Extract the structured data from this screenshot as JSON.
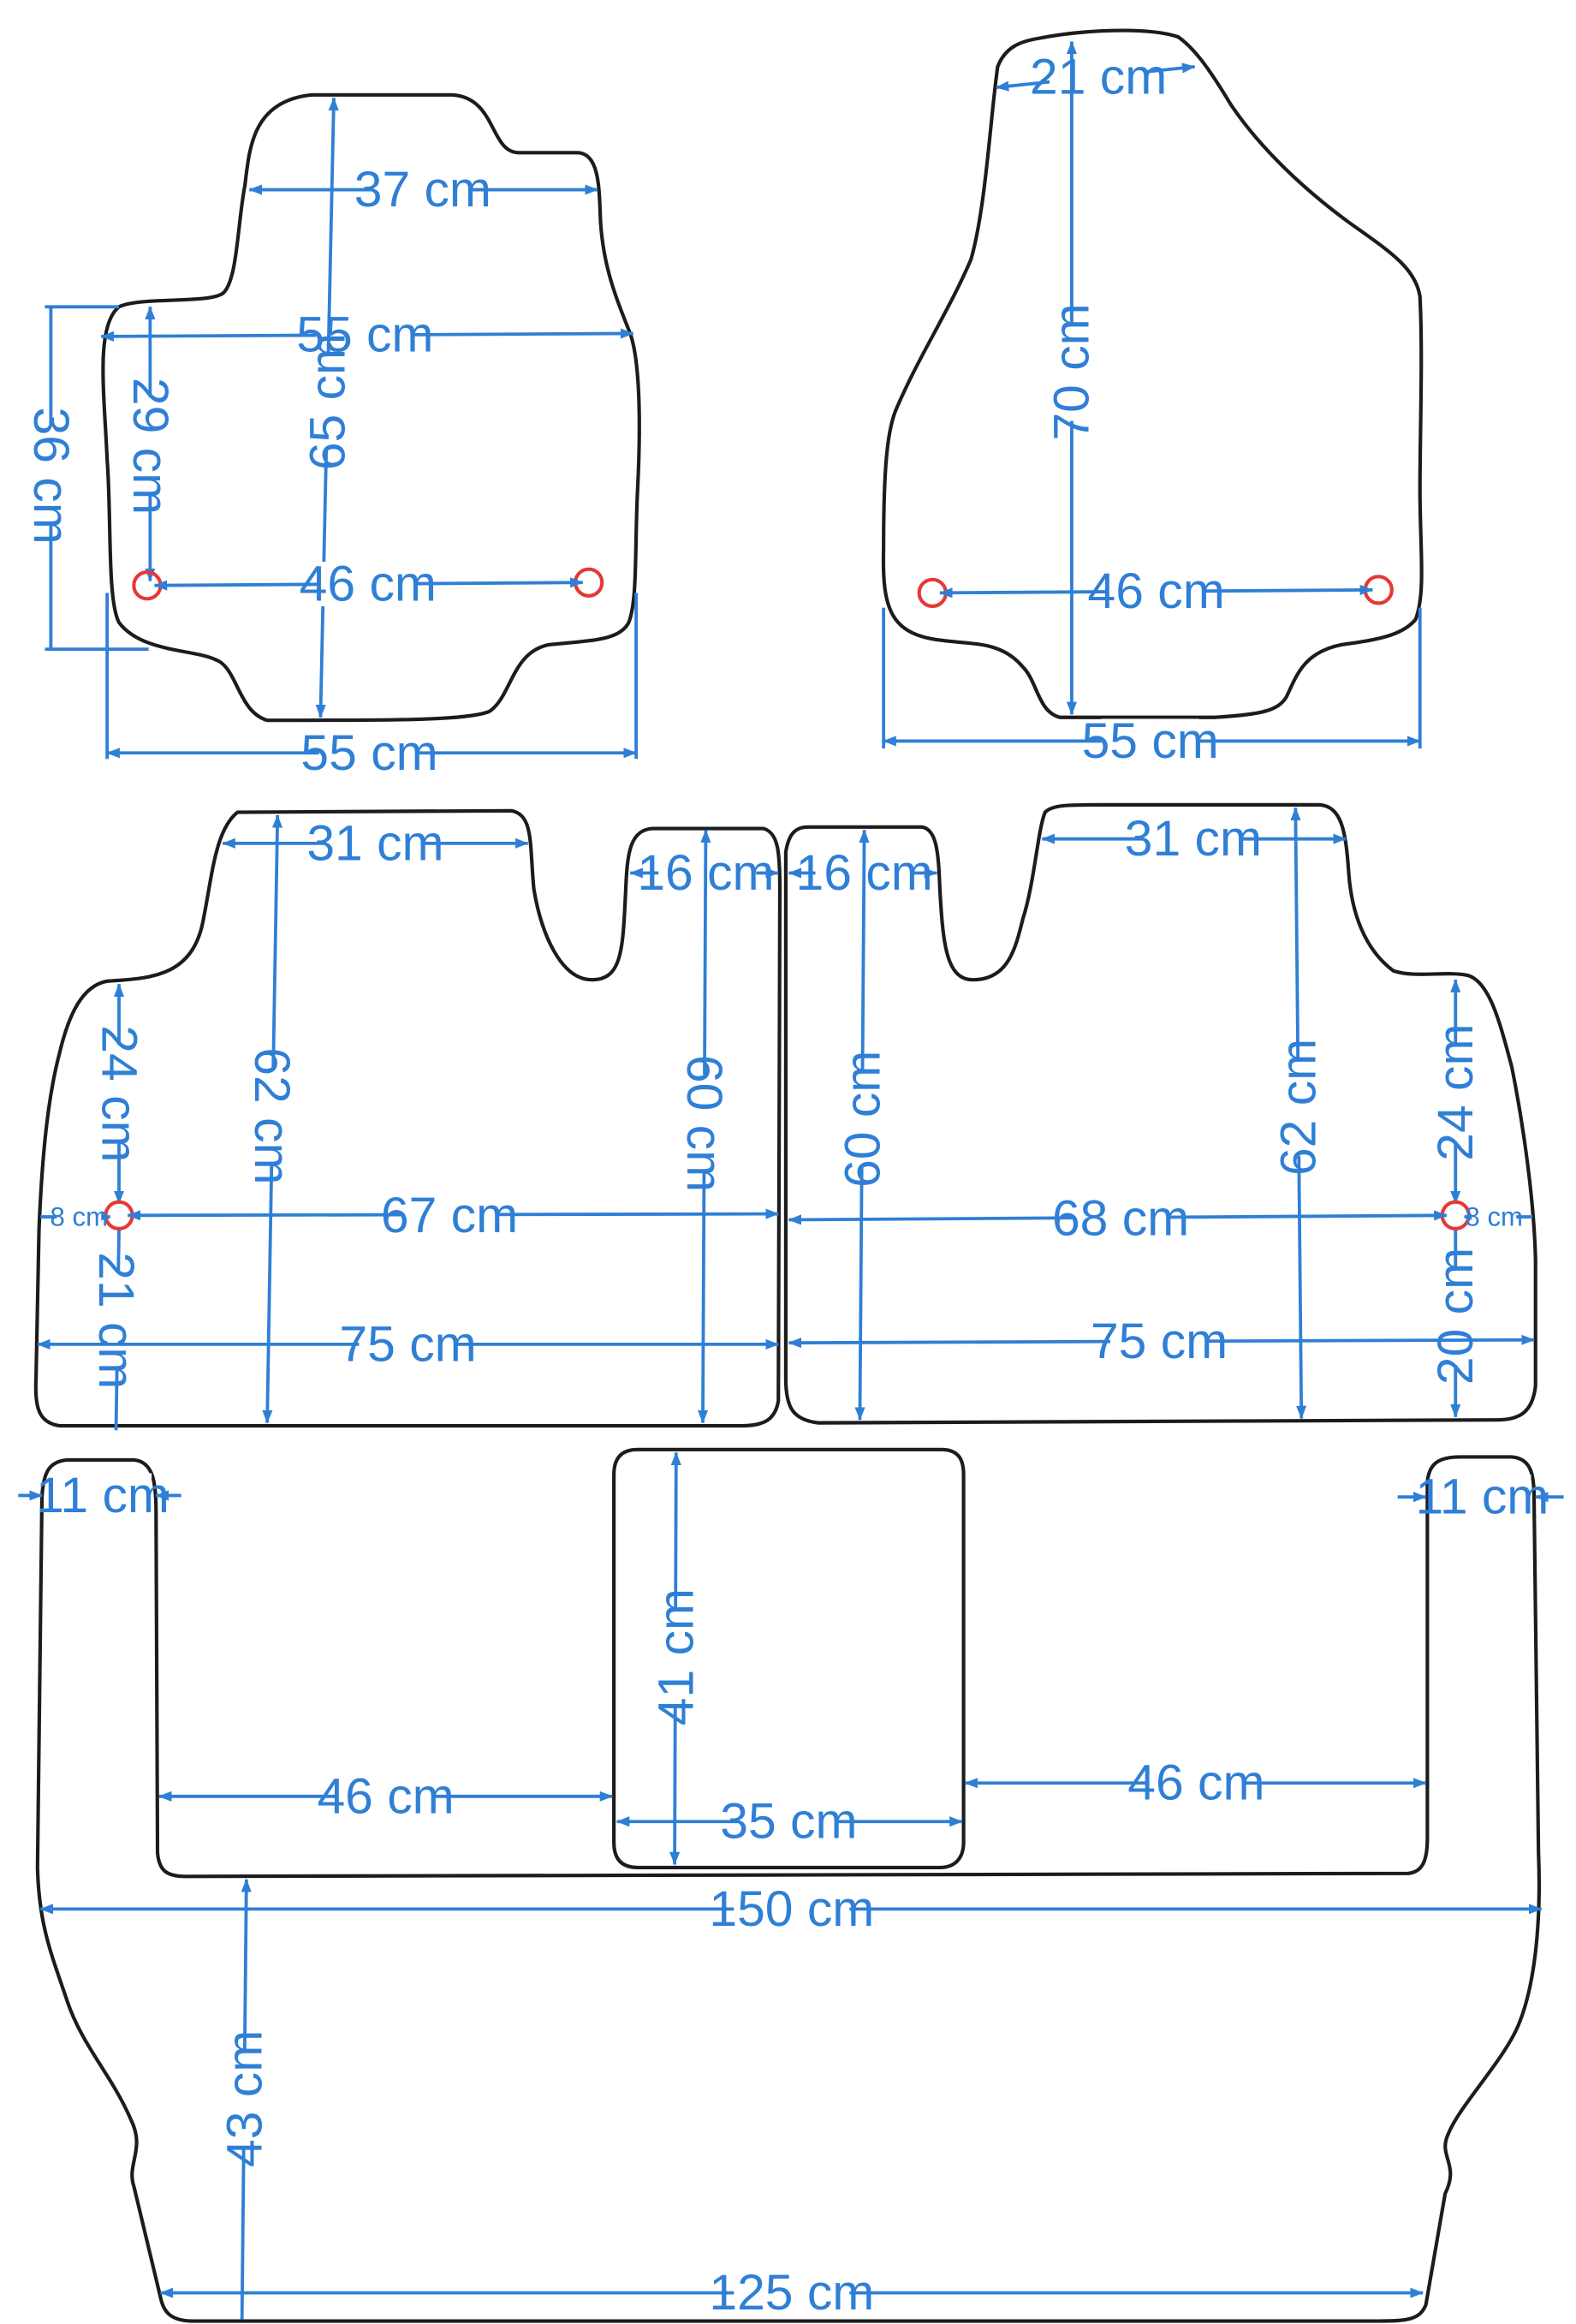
{
  "colors": {
    "outline": "#1c1c1c",
    "dimension": "#2f7fd6",
    "mounting_hole": "#e53935",
    "background": "#ffffff"
  },
  "mats": {
    "front_left": {
      "width_top": "37 cm",
      "width_mid": "55 cm",
      "height": "65 cm",
      "left_height": "29 cm",
      "side_height": "36 cm",
      "hole_spacing": "46 cm",
      "width_bottom": "55 cm"
    },
    "front_right": {
      "width_top": "21 cm",
      "height": "70 cm",
      "hole_spacing": "46 cm",
      "width_bottom": "55 cm"
    },
    "middle_left": {
      "width_top": "31 cm",
      "tab_width": "16 cm",
      "height_main": "62 cm",
      "height_tab": "60 cm",
      "upper_side": "24 cm",
      "lower_side": "21 cm",
      "hole_offset": "8 cm",
      "width_mid": "67 cm",
      "width_bottom": "75 cm"
    },
    "middle_right": {
      "width_top": "31 cm",
      "tab_width": "16 cm",
      "height_main": "62 cm",
      "height_tab": "60 cm",
      "upper_side": "24 cm",
      "lower_side": "20 cm",
      "hole_offset": "8 cm",
      "width_mid": "68 cm",
      "width_bottom": "75 cm"
    },
    "rear": {
      "left_tab_width": "11 cm",
      "right_tab_width": "11 cm",
      "left_notch_width": "46 cm",
      "right_notch_width": "46 cm",
      "center_height": "41 cm",
      "center_width": "35 cm",
      "total_width": "150 cm",
      "bottom_height": "43 cm",
      "bottom_width": "125 cm"
    }
  }
}
